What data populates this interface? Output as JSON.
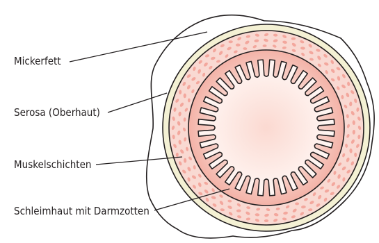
{
  "labels": {
    "fat": "Mickerfett",
    "serosa": "Serosa (Oberhaut)",
    "muscle": "Muskelschichten",
    "mucosa": "Schleimhaut mit Darmzotten"
  },
  "colors": {
    "outline": "#231f20",
    "serosa_fill": "#f4f1d4",
    "muscle_fill": "#f9d6cf",
    "muscle_cells": "#f3a79d",
    "mucosa_fill": "#f6c3ba",
    "lumen_fill": "#fde9e4"
  },
  "villi_count": 36
}
